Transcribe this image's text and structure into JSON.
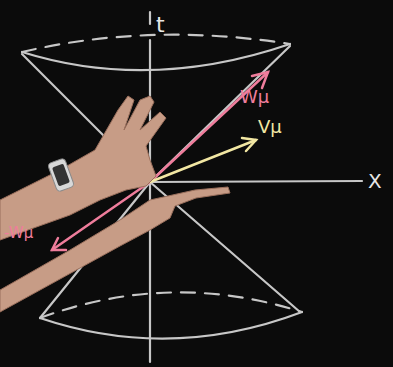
{
  "diagram": {
    "labels": [
      "t",
      "X",
      "Wμ",
      "Vμ",
      "-Wμ"
    ]
  }
}
